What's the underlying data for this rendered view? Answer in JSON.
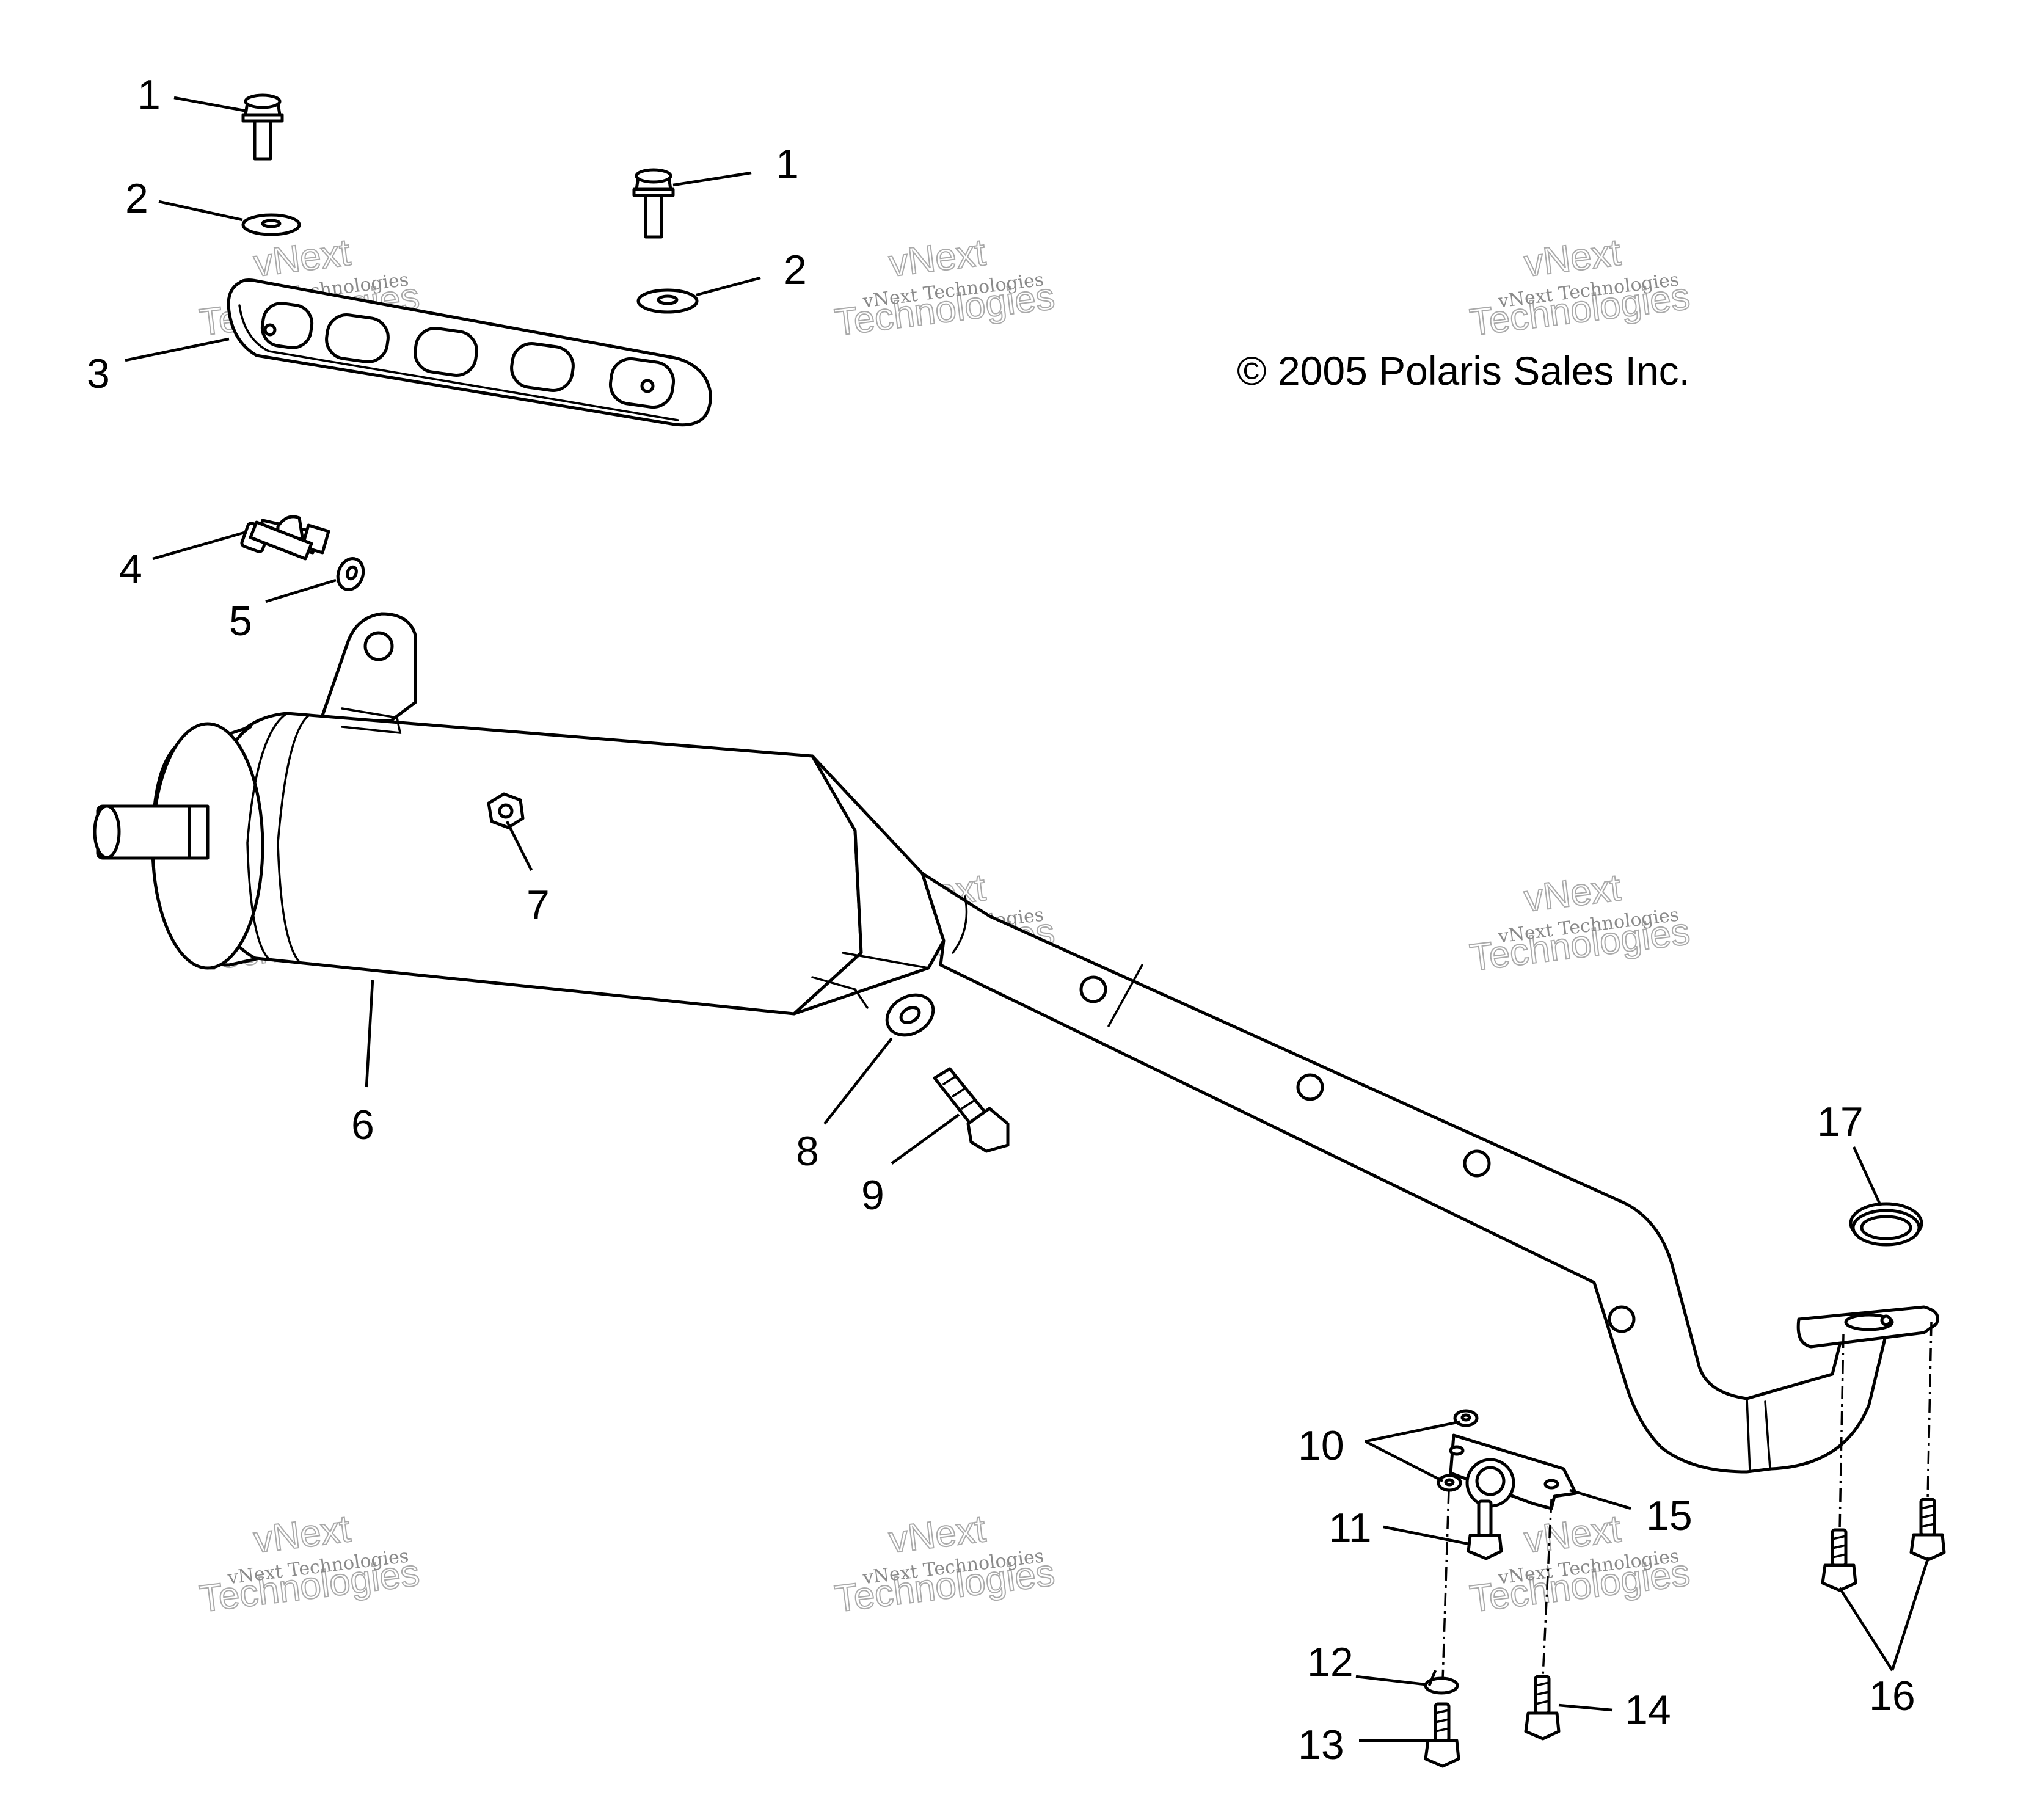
{
  "copyright": "© 2005 Polaris Sales Inc.",
  "watermark": {
    "line1": "vNext Technologies",
    "line2": "vNext",
    "line3": "Technologies"
  },
  "callouts": [
    "1",
    "1",
    "2",
    "2",
    "3",
    "4",
    "5",
    "6",
    "7",
    "8",
    "9",
    "10",
    "11",
    "12",
    "13",
    "14",
    "15",
    "16",
    "17"
  ]
}
